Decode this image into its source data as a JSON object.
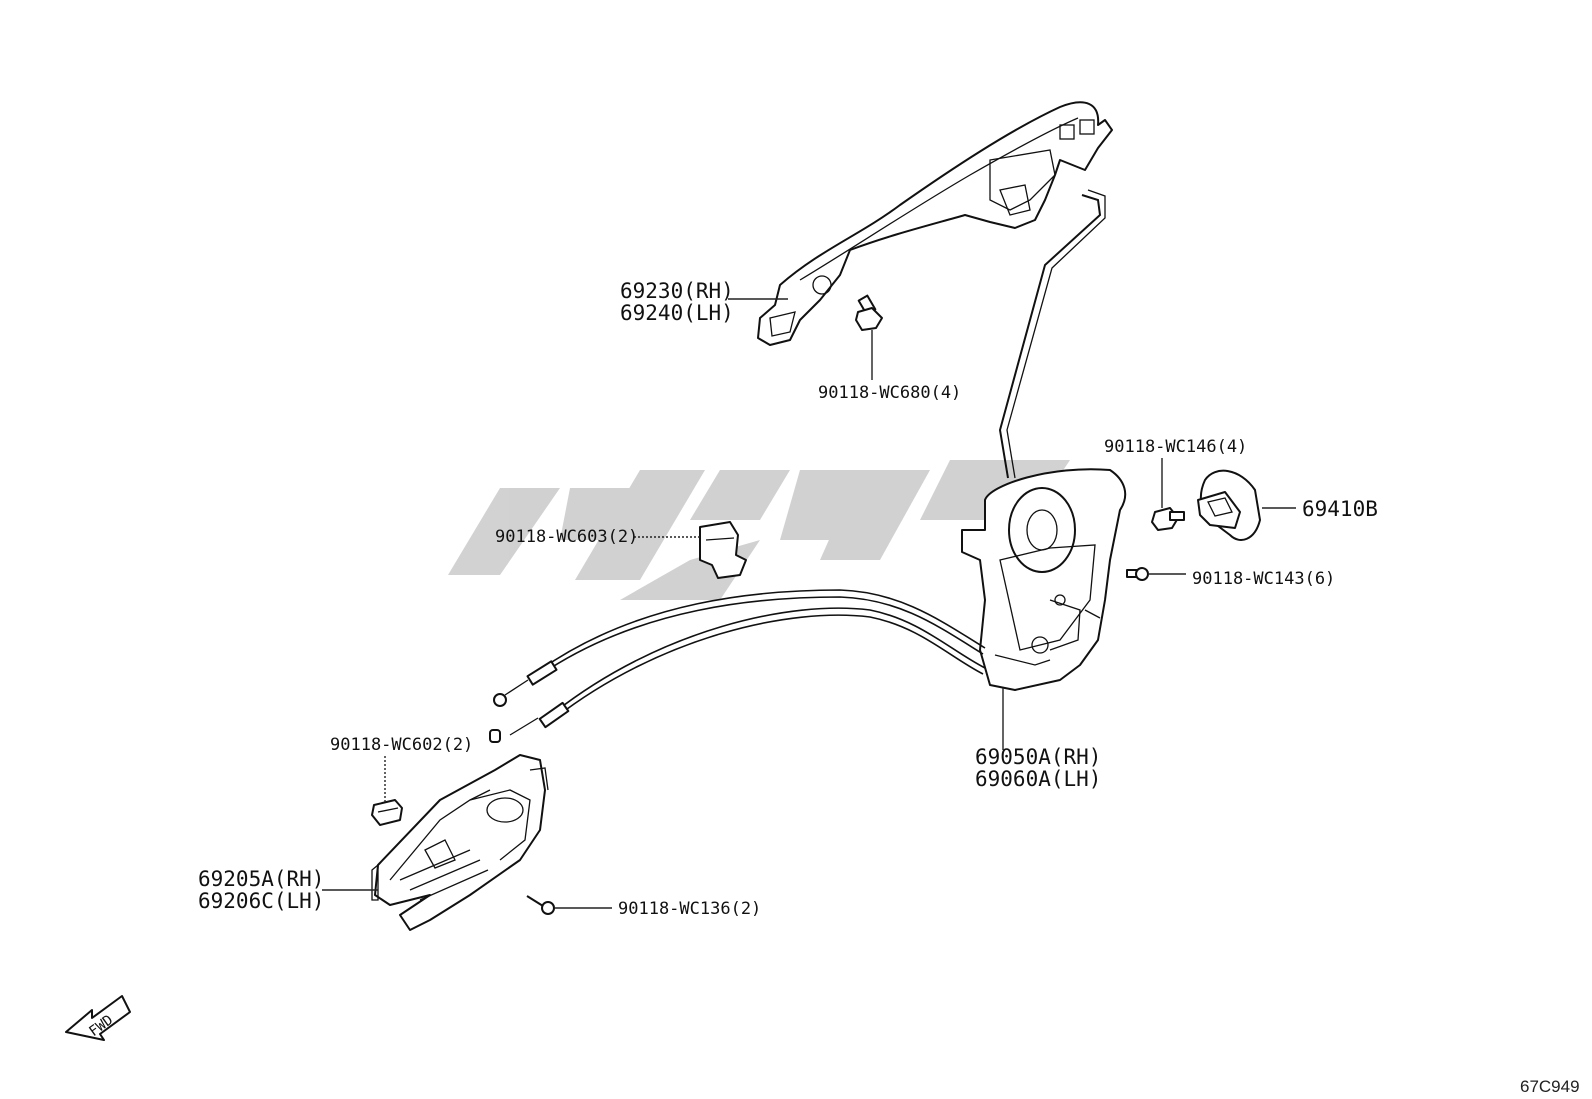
{
  "labels": {
    "outer_handle_rh": "69230(RH)",
    "outer_handle_lh": "69240(LH)",
    "bolt_wc680": "90118-WC680(4)",
    "screw_wc146": "90118-WC146(4)",
    "striker": "69410B",
    "clip_wc603": "90118-WC603(2)",
    "screw_wc143": "90118-WC143(6)",
    "lock_rh": "69050A(RH)",
    "lock_lh": "69060A(LH)",
    "clip_wc602": "90118-WC602(2)",
    "inner_handle_rh": "69205A(RH)",
    "inner_handle_lh": "69206C(LH)",
    "screw_wc136": "90118-WC136(2)",
    "fwd": "FWD",
    "diagram_ref": "67C949"
  },
  "colors": {
    "line": "#111111",
    "watermark": "#c9c9c9",
    "background": "#ffffff"
  }
}
